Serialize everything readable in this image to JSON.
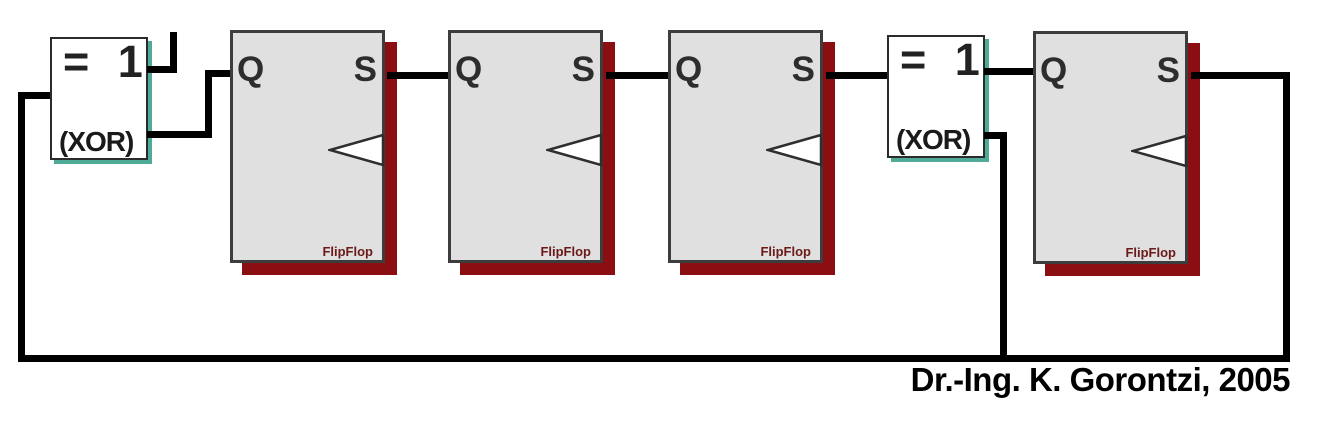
{
  "diagram": {
    "type": "logic-circuit-lfsr",
    "caption": "Dr.-Ing. K. Gorontzi, 2005",
    "xor_gates": [
      {
        "symbol": "= 1",
        "sublabel": "(XOR)"
      },
      {
        "symbol": "= 1",
        "sublabel": "(XOR)"
      }
    ],
    "flipflops": [
      {
        "input_label": "Q",
        "output_label": "S",
        "type_label": "FlipFlop"
      },
      {
        "input_label": "Q",
        "output_label": "S",
        "type_label": "FlipFlop"
      },
      {
        "input_label": "Q",
        "output_label": "S",
        "type_label": "FlipFlop"
      },
      {
        "input_label": "Q",
        "output_label": "S",
        "type_label": "FlipFlop"
      }
    ],
    "connections": [
      "feedback-line -> xor1 input (left)",
      "xor1 output -> flipflop1 Q",
      "xor1 open stub (top right)",
      "flipflop1 S -> flipflop2 Q",
      "flipflop2 S -> flipflop3 Q",
      "flipflop3 S -> xor2 input",
      "xor2 output -> flipflop4 Q",
      "xor2 second pin -> feedback-line (tap)",
      "flipflop4 S -> feedback-line (bottom)"
    ],
    "colors": {
      "wire": "#000000",
      "flipflop_fill": "#e0e0e0",
      "flipflop_border": "#3d3d3d",
      "flipflop_shadow_red": "#8b0e12",
      "xor_border": "#2b2b2b",
      "xor_accent_teal": "#4faa98",
      "label_text": "#2d2d2d",
      "flipflop_type_text": "#6b1a1a",
      "caption_text": "#000000"
    }
  }
}
